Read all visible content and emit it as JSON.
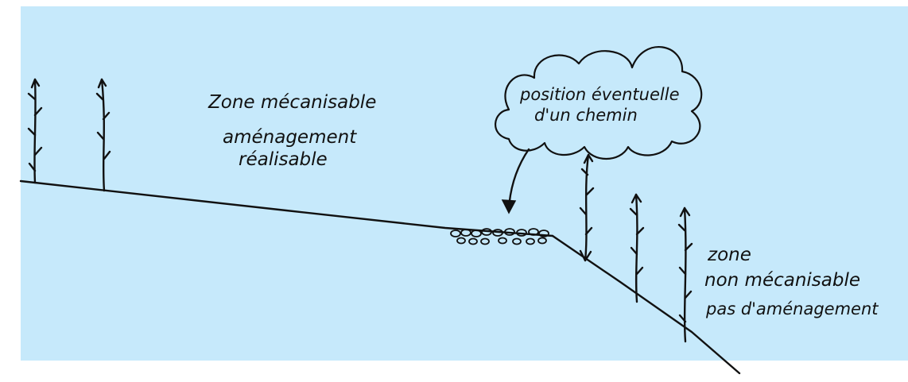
{
  "colors": {
    "background": "#c6e9fb",
    "ink": "#111111",
    "page": "#ffffff"
  },
  "labels": {
    "zone_mecanisable": "Zone mécanisable",
    "amenagement_line1": "aménagement",
    "amenagement_line2": "réalisable",
    "cloud_line1": "position éventuelle",
    "cloud_line2": "d'un chemin",
    "zone_non_line1": "zone",
    "zone_non_line2": "non mécanisable",
    "zone_non_line3": "pas d'aménagement"
  }
}
